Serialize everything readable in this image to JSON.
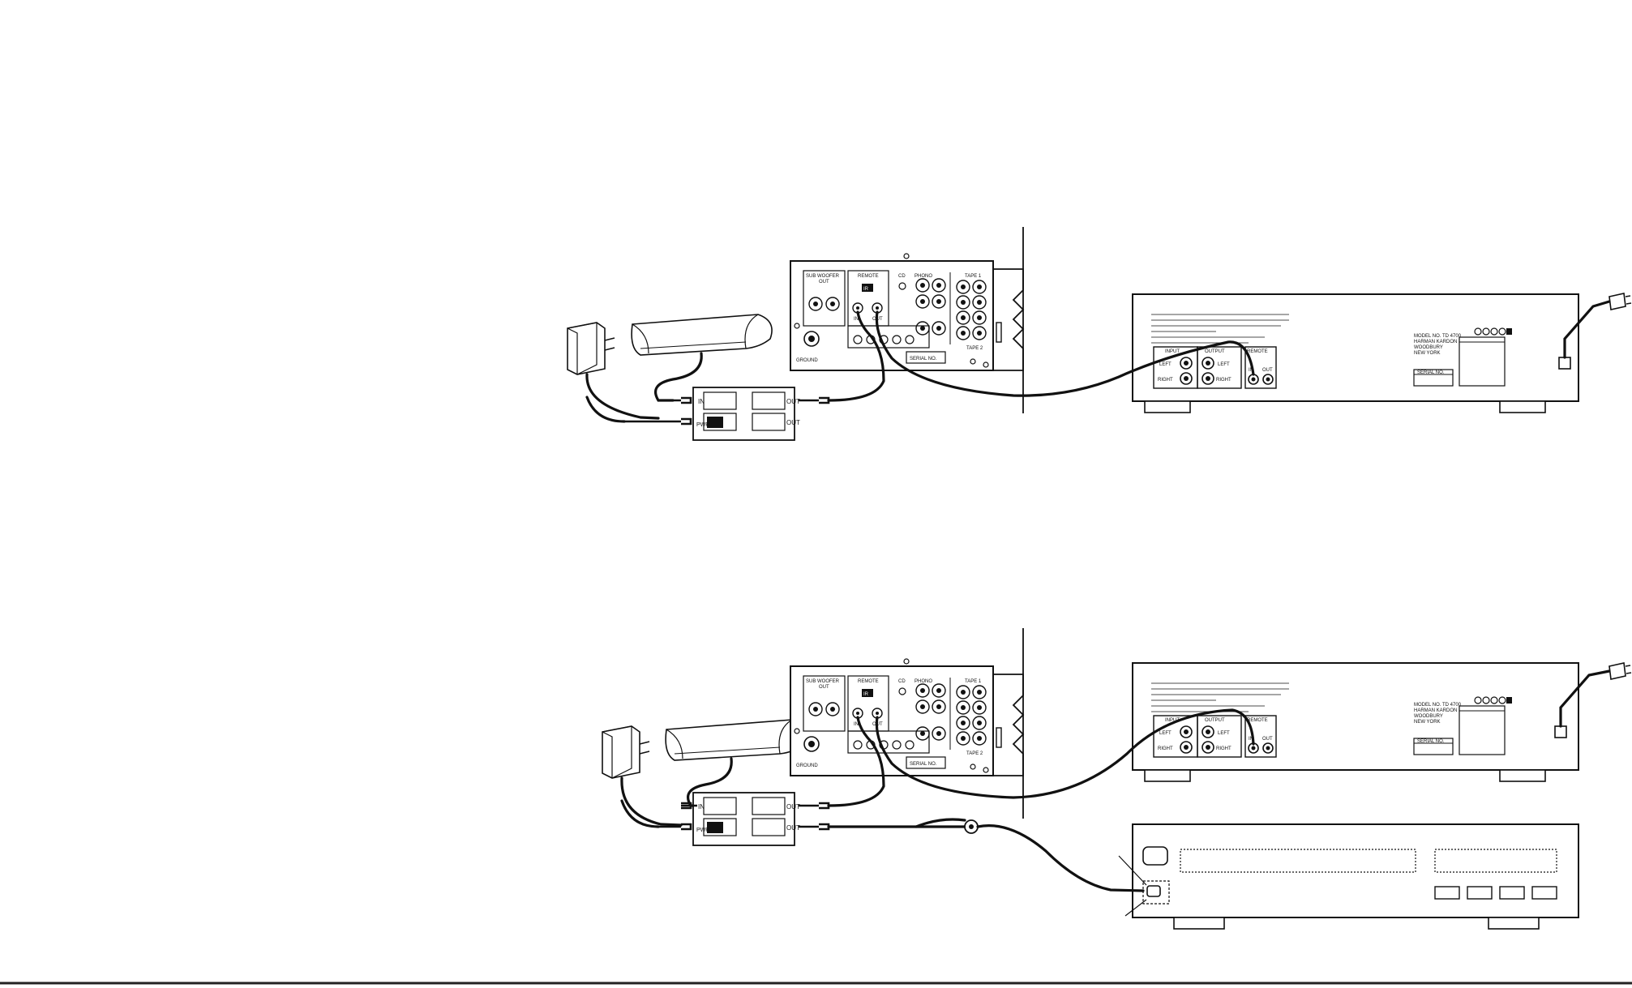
{
  "colors": {
    "ink": "#111111",
    "paper": "#ffffff"
  },
  "figure_top": {
    "receiver_rear": {
      "labels": {
        "sub_woofer": "SUB WOOFER",
        "sub_woofer_out": "OUT",
        "remote": "REMOTE",
        "ir_icon": "IR",
        "phono": "PHONO",
        "cd": "CD",
        "tape1": "TAPE 1",
        "tape2": "TAPE 2",
        "pre_in": "IN",
        "pre_out": "OUT",
        "grounding": "GROUND",
        "serial_no": "SERIAL NO."
      }
    },
    "ir_interface": {
      "in_label": "IN",
      "out_label": "OUT",
      "power_label": "PWR"
    },
    "tape_deck_rear": {
      "input_label": "INPUT",
      "output_label": "OUTPUT",
      "remote_label": "REMOTE",
      "left_label": "LEFT",
      "right_label": "RIGHT",
      "remote_in": "IN",
      "remote_out": "OUT",
      "model_text": "MODEL NO. TD 4700",
      "maker_text": "HARMAN KARDON",
      "city_text": "WOODBURY",
      "state_text": "NEW YORK",
      "serial_label": "SERIAL NO."
    }
  },
  "figure_bottom": {
    "receiver_rear": {
      "labels": {
        "sub_woofer": "SUB WOOFER",
        "sub_woofer_out": "OUT",
        "remote": "REMOTE",
        "ir_icon": "IR",
        "phono": "PHONO",
        "cd": "CD",
        "tape1": "TAPE 1",
        "tape2": "TAPE 2",
        "pre_in": "IN",
        "pre_out": "OUT",
        "grounding": "GROUND",
        "serial_no": "SERIAL NO."
      }
    },
    "ir_interface": {
      "in_label": "IN",
      "out_label": "OUT",
      "power_label": "PWR"
    },
    "tape_deck_rear": {
      "input_label": "INPUT",
      "output_label": "OUTPUT",
      "remote_label": "REMOTE",
      "left_label": "LEFT",
      "right_label": "RIGHT",
      "remote_in": "IN",
      "remote_out": "OUT",
      "model_text": "MODEL NO. TD 4700",
      "maker_text": "HARMAN KARDON",
      "city_text": "WOODBURY",
      "state_text": "NEW YORK",
      "serial_label": "SERIAL NO."
    }
  }
}
